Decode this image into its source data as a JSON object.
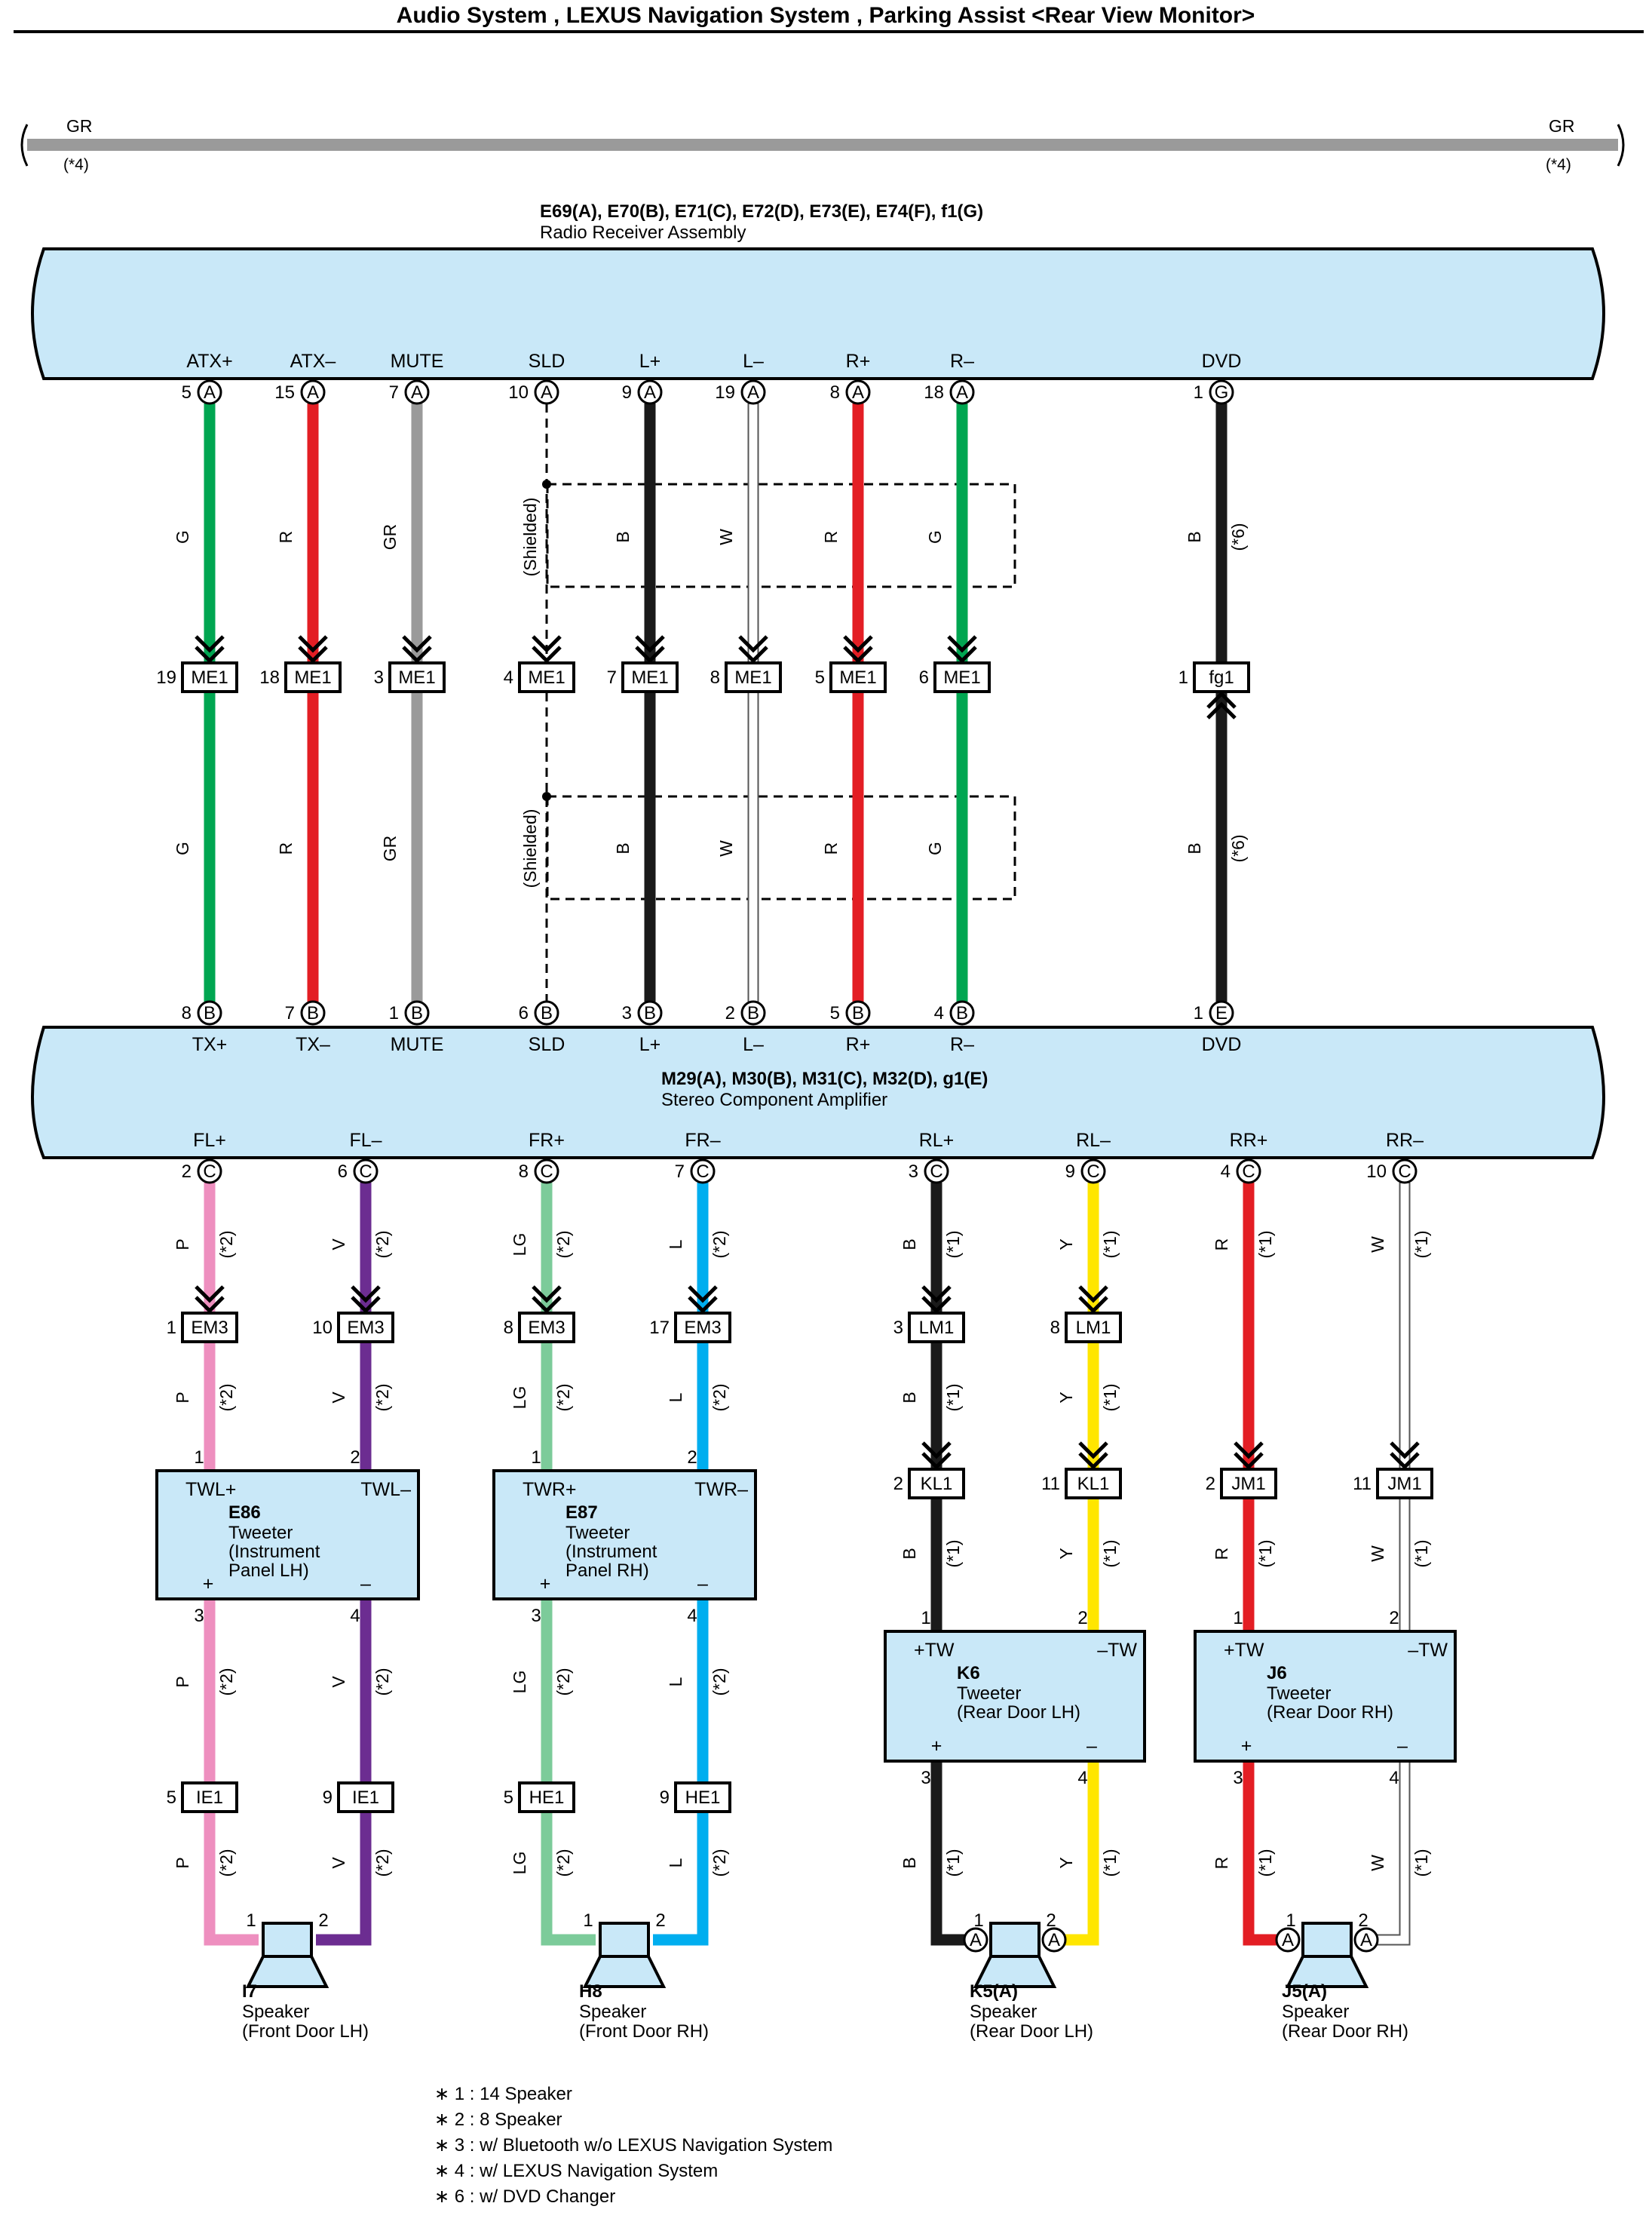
{
  "title": "Audio System , LEXUS Navigation System , Parking Assist <Rear View Monitor>",
  "gr_wire": {
    "color_code": "GR",
    "note": "(*4)",
    "color": "#9a9a9a"
  },
  "colors": {
    "box_fill": "#c9e8f8",
    "G": "#00a651",
    "R": "#e31e24",
    "GR": "#9a9a9a",
    "B": "#1a1a1a",
    "W": "#ffffff",
    "P": "#ee8fbf",
    "V": "#6c2d91",
    "LG": "#7ccb9a",
    "L": "#00aeef",
    "Y": "#ffe600"
  },
  "radio": {
    "codes": "E69(A), E70(B), E71(C), E72(D), E73(E), E74(F), f1(G)",
    "name": "Radio Receiver Assembly"
  },
  "amp": {
    "codes": "M29(A), M30(B), M31(C), M32(D), g1(E)",
    "name": "Stereo Component Amplifier"
  },
  "shielded_label": "(Shielded)",
  "upper_wires": [
    {
      "top_sig": "ATX+",
      "top_pin": "5",
      "top_conn": "A",
      "color_code": "G",
      "color": "#00a651",
      "mid_pin": "19",
      "mid_conn": "ME1",
      "bot_pin": "8",
      "bot_conn": "B",
      "bot_sig": "TX+",
      "note": ""
    },
    {
      "top_sig": "ATX–",
      "top_pin": "15",
      "top_conn": "A",
      "color_code": "R",
      "color": "#e31e24",
      "mid_pin": "18",
      "mid_conn": "ME1",
      "bot_pin": "7",
      "bot_conn": "B",
      "bot_sig": "TX–",
      "note": ""
    },
    {
      "top_sig": "MUTE",
      "top_pin": "7",
      "top_conn": "A",
      "color_code": "GR",
      "color": "#9a9a9a",
      "mid_pin": "3",
      "mid_conn": "ME1",
      "bot_pin": "1",
      "bot_conn": "B",
      "bot_sig": "MUTE",
      "note": ""
    },
    {
      "top_sig": "SLD",
      "top_pin": "10",
      "top_conn": "A",
      "color_code": "",
      "color": "#000000",
      "mid_pin": "4",
      "mid_conn": "ME1",
      "bot_pin": "6",
      "bot_conn": "B",
      "bot_sig": "SLD",
      "note": ""
    },
    {
      "top_sig": "L+",
      "top_pin": "9",
      "top_conn": "A",
      "color_code": "B",
      "color": "#1a1a1a",
      "mid_pin": "7",
      "mid_conn": "ME1",
      "bot_pin": "3",
      "bot_conn": "B",
      "bot_sig": "L+",
      "note": ""
    },
    {
      "top_sig": "L–",
      "top_pin": "19",
      "top_conn": "A",
      "color_code": "W",
      "color": "#ffffff",
      "mid_pin": "8",
      "mid_conn": "ME1",
      "bot_pin": "2",
      "bot_conn": "B",
      "bot_sig": "L–",
      "note": ""
    },
    {
      "top_sig": "R+",
      "top_pin": "8",
      "top_conn": "A",
      "color_code": "R",
      "color": "#e31e24",
      "mid_pin": "5",
      "mid_conn": "ME1",
      "bot_pin": "5",
      "bot_conn": "B",
      "bot_sig": "R+",
      "note": ""
    },
    {
      "top_sig": "R–",
      "top_pin": "18",
      "top_conn": "A",
      "color_code": "G",
      "color": "#00a651",
      "mid_pin": "6",
      "mid_conn": "ME1",
      "bot_pin": "4",
      "bot_conn": "B",
      "bot_sig": "R–",
      "note": ""
    },
    {
      "top_sig": "DVD",
      "top_pin": "1",
      "top_conn": "G",
      "color_code": "B",
      "color": "#1a1a1a",
      "mid_pin": "1",
      "mid_conn": "fg1",
      "bot_pin": "1",
      "bot_conn": "E",
      "bot_sig": "DVD",
      "note": "(*6)"
    }
  ],
  "amp_outputs": [
    {
      "sig": "FL+",
      "pin": "2",
      "conn": "C",
      "color_code": "P",
      "color": "#ee8fbf",
      "note": "(*2)",
      "j_pin": "1",
      "j_conn": "EM3"
    },
    {
      "sig": "FL–",
      "pin": "6",
      "conn": "C",
      "color_code": "V",
      "color": "#6c2d91",
      "note": "(*2)",
      "j_pin": "10",
      "j_conn": "EM3"
    },
    {
      "sig": "FR+",
      "pin": "8",
      "conn": "C",
      "color_code": "LG",
      "color": "#7ccb9a",
      "note": "(*2)",
      "j_pin": "8",
      "j_conn": "EM3"
    },
    {
      "sig": "FR–",
      "pin": "7",
      "conn": "C",
      "color_code": "L",
      "color": "#00aeef",
      "note": "(*2)",
      "j_pin": "17",
      "j_conn": "EM3"
    },
    {
      "sig": "RL+",
      "pin": "3",
      "conn": "C",
      "color_code": "B",
      "color": "#1a1a1a",
      "note": "(*1)",
      "j_pin": "3",
      "j_conn": "LM1"
    },
    {
      "sig": "RL–",
      "pin": "9",
      "conn": "C",
      "color_code": "Y",
      "color": "#ffe600",
      "note": "(*1)",
      "j_pin": "8",
      "j_conn": "LM1"
    },
    {
      "sig": "RR+",
      "pin": "4",
      "conn": "C",
      "color_code": "R",
      "color": "#e31e24",
      "note": "(*1)",
      "j_pin": "",
      "j_conn": ""
    },
    {
      "sig": "RR–",
      "pin": "10",
      "conn": "C",
      "color_code": "W",
      "color": "#ffffff",
      "note": "(*1)",
      "j_pin": "",
      "j_conn": ""
    }
  ],
  "rear_junctions": [
    {
      "pin": "2",
      "conn": "KL1"
    },
    {
      "pin": "11",
      "conn": "KL1"
    },
    {
      "pin": "2",
      "conn": "JM1"
    },
    {
      "pin": "11",
      "conn": "JM1"
    }
  ],
  "tweeters": [
    {
      "code": "E86",
      "name_lines": [
        "Tweeter",
        "(Instrument",
        "Panel LH)"
      ],
      "plus_label": "TWL+",
      "minus_label": "TWL–",
      "plus_pin": "1",
      "minus_pin": "2",
      "out_plus_pin": "3",
      "out_minus_pin": "4",
      "plus_sign": "+",
      "minus_sign": "–"
    },
    {
      "code": "E87",
      "name_lines": [
        "Tweeter",
        "(Instrument",
        "Panel RH)"
      ],
      "plus_label": "TWR+",
      "minus_label": "TWR–",
      "plus_pin": "1",
      "minus_pin": "2",
      "out_plus_pin": "3",
      "out_minus_pin": "4",
      "plus_sign": "+",
      "minus_sign": "–"
    },
    {
      "code": "K6",
      "name_lines": [
        "Tweeter",
        "(Rear Door LH)"
      ],
      "plus_label": "+TW",
      "minus_label": "–TW",
      "plus_pin": "1",
      "minus_pin": "2",
      "out_plus_pin": "3",
      "out_minus_pin": "4",
      "plus_sign": "+",
      "minus_sign": "–"
    },
    {
      "code": "J6",
      "name_lines": [
        "Tweeter",
        "(Rear Door RH)"
      ],
      "plus_label": "+TW",
      "minus_label": "–TW",
      "plus_pin": "1",
      "minus_pin": "2",
      "out_plus_pin": "3",
      "out_minus_pin": "4",
      "plus_sign": "+",
      "minus_sign": "–"
    }
  ],
  "door_junctions": [
    {
      "pin": "5",
      "conn": "IE1"
    },
    {
      "pin": "9",
      "conn": "IE1"
    },
    {
      "pin": "5",
      "conn": "HE1"
    },
    {
      "pin": "9",
      "conn": "HE1"
    }
  ],
  "speakers": [
    {
      "code": "I7",
      "name": "Speaker",
      "location": "(Front Door LH)",
      "pin1": "1",
      "pin2": "2",
      "conn": ""
    },
    {
      "code": "H8",
      "name": "Speaker",
      "location": "(Front Door RH)",
      "pin1": "1",
      "pin2": "2",
      "conn": ""
    },
    {
      "code": "K5(A)",
      "name": "Speaker",
      "location": "(Rear Door LH)",
      "pin1": "1",
      "pin2": "2",
      "conn": "A"
    },
    {
      "code": "J5(A)",
      "name": "Speaker",
      "location": "(Rear Door RH)",
      "pin1": "1",
      "pin2": "2",
      "conn": "A"
    }
  ],
  "notes": [
    "∗ 1 : 14 Speaker",
    "∗ 2 : 8 Speaker",
    "∗ 3 : w/ Bluetooth w/o LEXUS Navigation System",
    "∗ 4 : w/ LEXUS Navigation System",
    "∗ 6 : w/ DVD Changer"
  ]
}
